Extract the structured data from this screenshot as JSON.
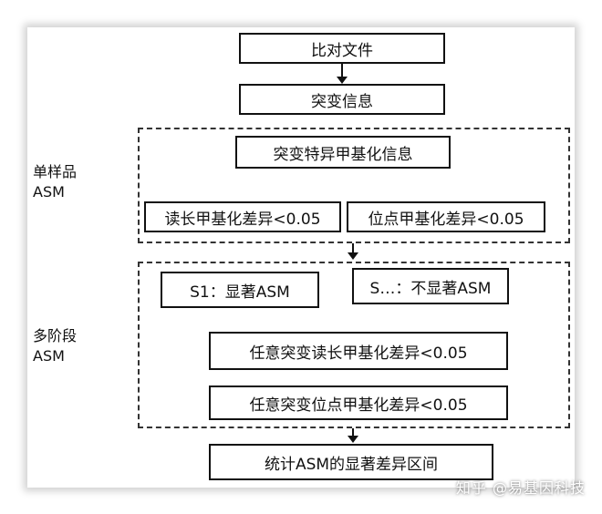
{
  "flow": {
    "compare_files": "比对文件",
    "mutation_info": "突变信息",
    "mutation_specific_methylation": "突变特异甲基化信息",
    "read_length_methylation": "读长甲基化差异<0.05",
    "site_methylation": "位点甲基化差异<0.05",
    "s1_significant": "S1：显著ASM",
    "s_other_not_significant": "S…：不显著ASM",
    "any_mutation_read_length": "任意突变读长甲基化差异<0.05",
    "any_mutation_site": "任意突变位点甲基化差异<0.05",
    "stats_asm_regions": "统计ASM的显著差异区间"
  },
  "labels": {
    "single_sample_line1": "单样品",
    "single_sample_line2": "ASM",
    "multi_stage_line1": "多阶段",
    "multi_stage_line2": "ASM"
  },
  "watermark": "知乎 @易基因科技"
}
